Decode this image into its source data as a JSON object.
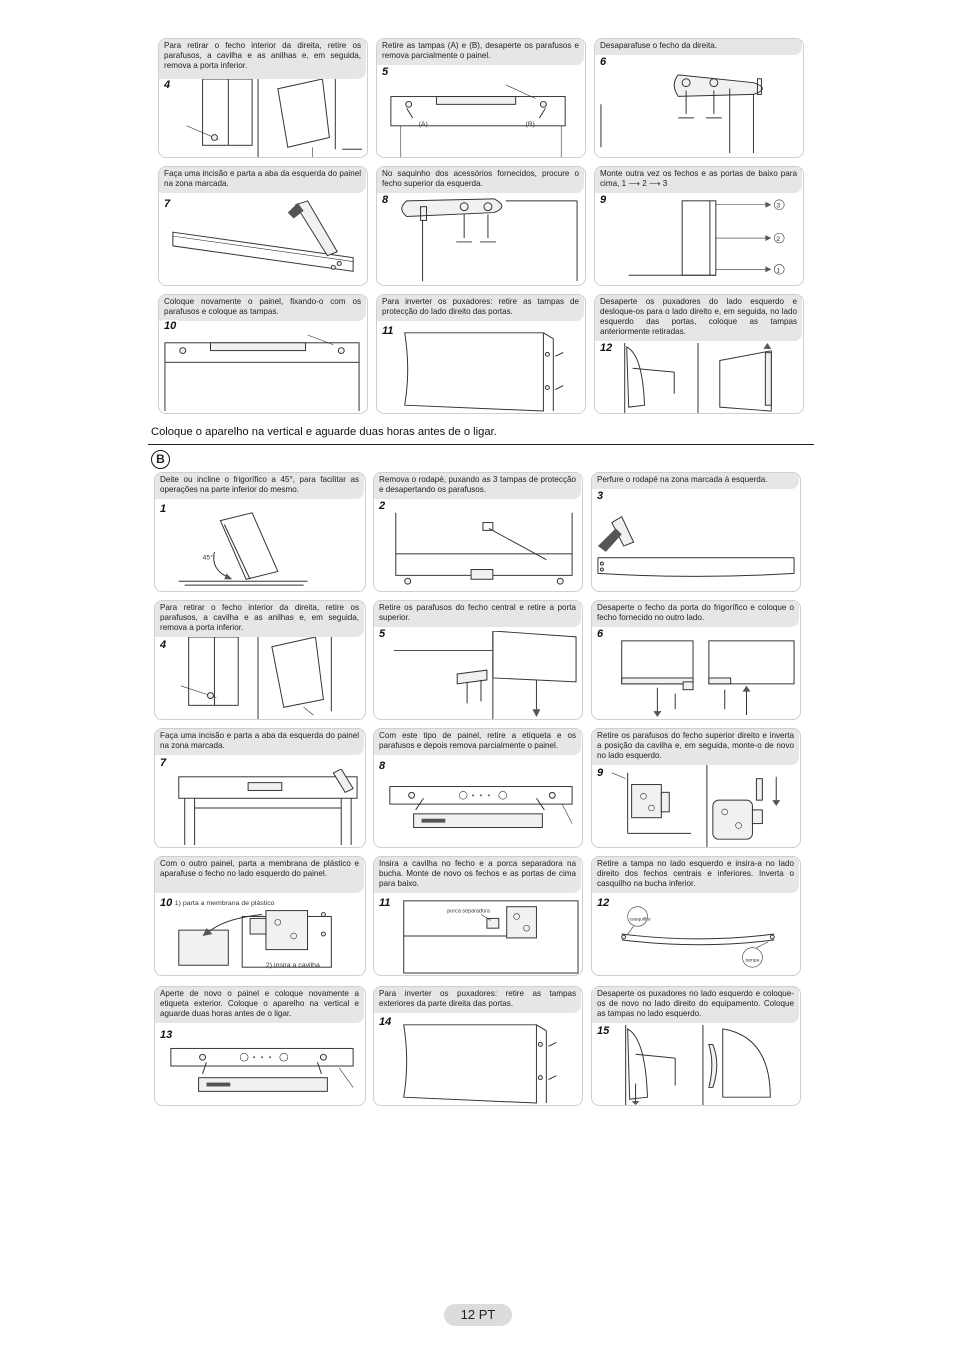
{
  "section_a": {
    "steps": [
      {
        "num": "4",
        "text": "Para retirar o fecho interior da direita, retire os parafusos, a cavilha e as anilhas e, em seguida, remova a porta inferior."
      },
      {
        "num": "5",
        "text": "Retire as tampas (A) e (B), desaperte os parafusos e remova parcialmente o painel.",
        "labels": [
          "(A)",
          "(B)"
        ]
      },
      {
        "num": "6",
        "text": "Desaparafuse o fecho da direita."
      },
      {
        "num": "7",
        "text": "Faça uma incisão e parta a aba da esquerda do painel na zona marcada."
      },
      {
        "num": "8",
        "text": "No saquinho dos acessórios fornecidos, procure o fecho superior da esquerda."
      },
      {
        "num": "9",
        "text": "Monte outra vez os fechos e as portas de baixo para cima, 1 ⟶ 2 ⟶ 3",
        "labels": [
          "3",
          "2",
          "1"
        ]
      },
      {
        "num": "10",
        "text": "Coloque novamente o painel, fixando-o com os parafusos e coloque as tampas."
      },
      {
        "num": "11",
        "text": "Para inverter os puxadores: retire as tampas de protecção do lado direito das portas."
      },
      {
        "num": "12",
        "text": "Desaperte os puxadores do lado esquerdo e desloque-os para o lado direito e, em seguida, no lado esquerdo das portas, coloque as tampas anteriormente retiradas."
      }
    ]
  },
  "note": "Coloque o aparelho na vertical e aguarde duas horas antes de o ligar.",
  "section_b": {
    "marker": "B",
    "steps": [
      {
        "num": "1",
        "text": "Deite ou incline o frigorífico a 45°, para facilitar as operações na parte inferior do mesmo.",
        "labels": [
          "45°"
        ]
      },
      {
        "num": "2",
        "text": "Remova o rodapé, puxando as 3 tampas de protecção e desapertando os parafusos."
      },
      {
        "num": "3",
        "text": "Perfure o rodapé na zona marcada à esquerda."
      },
      {
        "num": "4",
        "text": "Para retirar o fecho interior da direita, retire os parafusos, a cavilha e as anilhas e, em seguida, remova a porta inferior."
      },
      {
        "num": "5",
        "text": "Retire os parafusos do fecho central e retire a porta superior."
      },
      {
        "num": "6",
        "text": "Desaperte o fecho da porta do frigorífico e coloque o fecho fornecido no outro lado."
      },
      {
        "num": "7",
        "text": "Faça uma incisão e parta a aba da esquerda do painel na zona marcada."
      },
      {
        "num": "8",
        "text": "Com este tipo de painel, retire a etiqueta e os parafusos e depois remova parcialmente o painel."
      },
      {
        "num": "9",
        "text": "Retire os parafusos do fecho superior direito e inverta a posição da cavilha e, em seguida, monte-o de novo no lado esquerdo."
      },
      {
        "num": "10",
        "text": "Com o outro painel, parta a membrana de plástico e aparafuse o fecho no lado esquerdo do painel.",
        "labels": [
          "1) parta a membrana de plástico",
          "2) insira a cavilha"
        ]
      },
      {
        "num": "11",
        "text": "Insira a cavilha no fecho e a porca separadora na bucha. Monte de novo os fechos e as portas de cima para baixo.",
        "labels": [
          "porca separadora"
        ]
      },
      {
        "num": "12",
        "text": "Retire a tampa no lado esquerdo e insira-a no lado direito dos fechos centrais e inferiores. Inverta o casquilho na bucha inferior.",
        "labels": [
          "casquilho",
          "tampa"
        ]
      },
      {
        "num": "13",
        "text": "Aperte de novo o painel e coloque novamente a etiqueta exterior. Coloque o aparelho na vertical e aguarde duas horas antes de o ligar."
      },
      {
        "num": "14",
        "text": "Para inverter os puxadores: retire as tampas exteriores da parte direita das portas."
      },
      {
        "num": "15",
        "text": "Desaperte os puxadores no lado esquerdo e coloque-os de novo no lado direito do equipamento. Coloque as tampas no lado esquerdo."
      }
    ]
  },
  "page_number": "12 PT"
}
